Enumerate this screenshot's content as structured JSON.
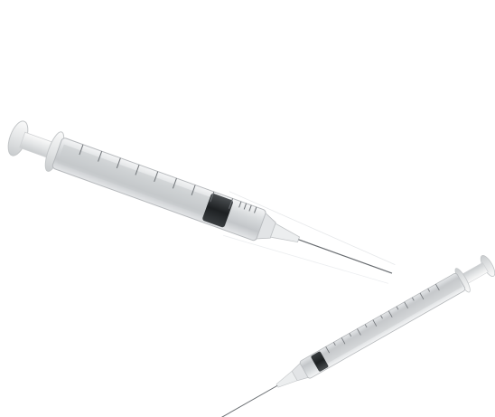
{
  "scene": {
    "background": "#ffffff",
    "subject": "syringes",
    "objects": [
      {
        "kind": "syringe",
        "size": "large",
        "orientation": "diagonal-down-right"
      },
      {
        "kind": "syringe",
        "size": "small",
        "orientation": "diagonal-up-right"
      }
    ]
  },
  "colors": {
    "barrel": "#d9dcde",
    "barrel_shadow": "#b9bcbe",
    "plunger": "#eeeff0",
    "rubber_stopper": "#1f2224",
    "needle": "#6f7377",
    "hub": "#e9eaeb",
    "marks": "#7e8286"
  }
}
